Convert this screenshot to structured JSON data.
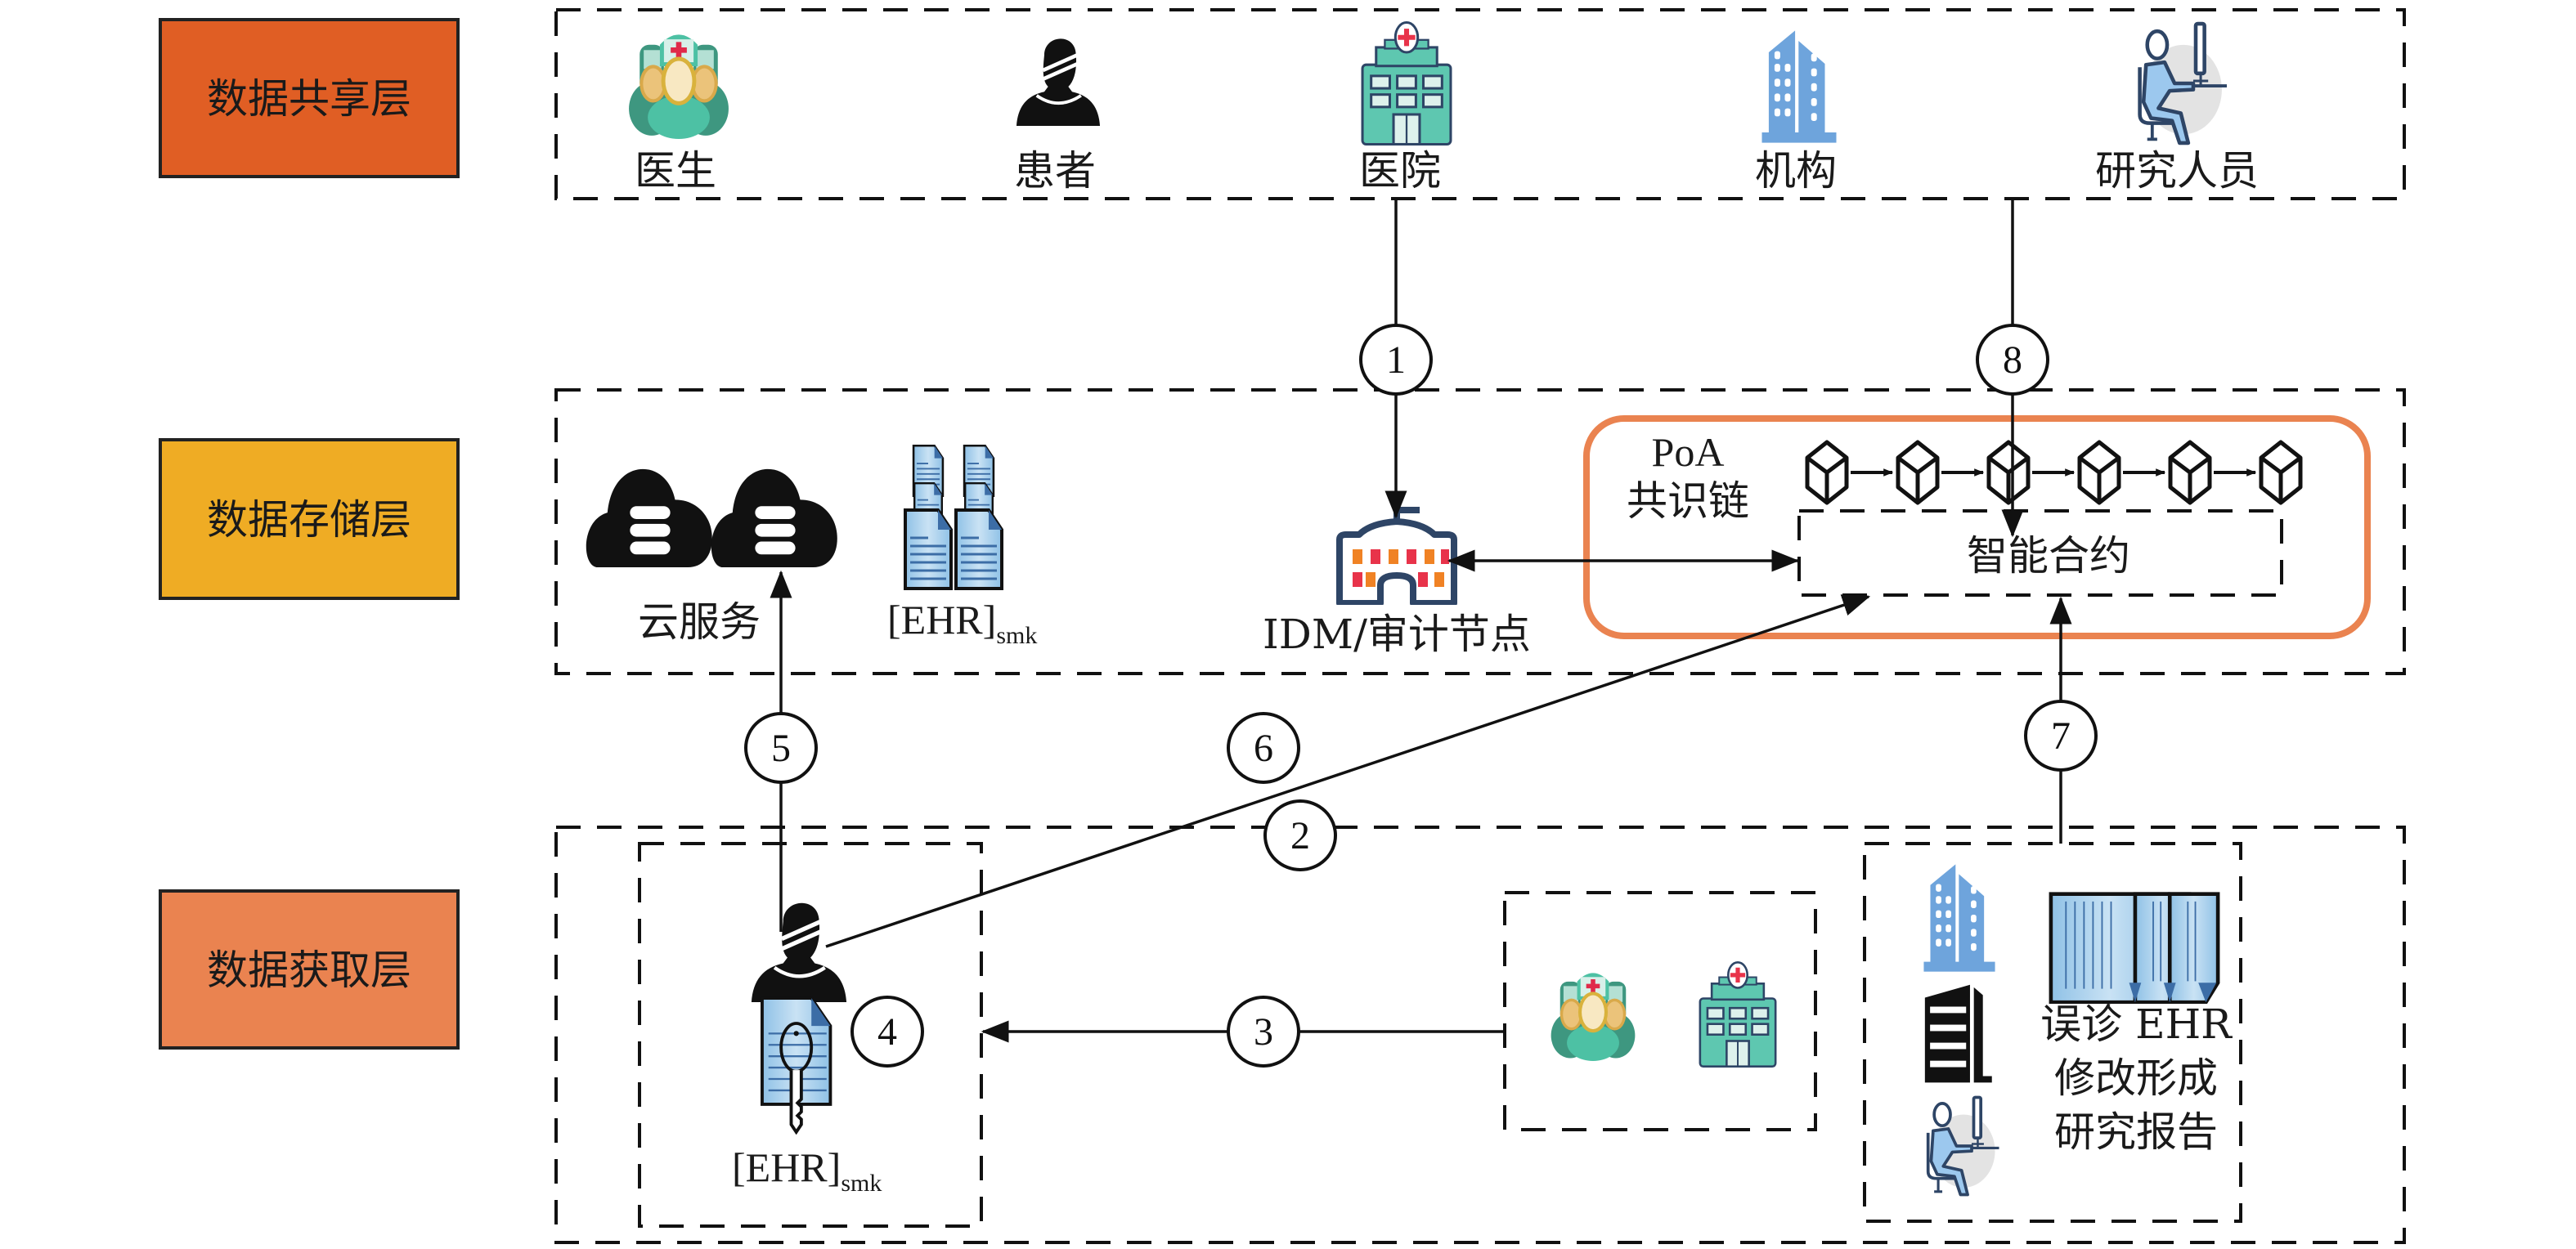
{
  "colors": {
    "share_layer": "#E05E24",
    "storage_layer": "#EFAC24",
    "acquire_layer": "#EA8350",
    "chain_border": "#EA8350",
    "teal": "#4DC1A4",
    "teal_dark": "#3E9780",
    "building_blue": "#6EA4DC",
    "navy": "#2E4566",
    "red": "#E8334A",
    "orange": "#F08224"
  },
  "layers": {
    "share": {
      "label": "数据共享层"
    },
    "storage": {
      "label": "数据存储层"
    },
    "acquire": {
      "label": "数据获取层"
    }
  },
  "share_layer": {
    "actors": [
      {
        "id": "doctor",
        "label": "医生",
        "icon": "doctor-group-icon"
      },
      {
        "id": "patient",
        "label": "患者",
        "icon": "patient-icon"
      },
      {
        "id": "hospital",
        "label": "医院",
        "icon": "hospital-icon"
      },
      {
        "id": "institution",
        "label": "机构",
        "icon": "office-building-icon"
      },
      {
        "id": "researcher",
        "label": "研究人员",
        "icon": "researcher-at-desk-icon"
      }
    ]
  },
  "storage_layer": {
    "cloud": {
      "label": "云服务",
      "icon": "cloud-database-icon"
    },
    "ehr_store": {
      "label_main": "[EHR]",
      "label_sub": "smk",
      "icon": "document-stack-icon"
    },
    "idm": {
      "label": "IDM/审计节点",
      "icon": "government-building-icon"
    },
    "chain": {
      "title_line1": "PoA",
      "title_line2": "共识链",
      "block_count": 6,
      "block_icon": "cube-block-icon",
      "contract_label": "智能合约"
    }
  },
  "acquire_layer": {
    "patient_box": {
      "label_main": "[EHR]",
      "label_sub": "smk",
      "icons": [
        "patient-icon",
        "encrypted-document-key-icon"
      ]
    },
    "provider_box": {
      "icons": [
        "doctor-group-icon",
        "hospital-icon"
      ]
    },
    "research_box": {
      "icons": [
        "office-building-icon",
        "dark-building-icon",
        "researcher-at-desk-icon",
        "document-stack-icon"
      ],
      "text_lines": [
        "误诊 EHR",
        "修改形成",
        "研究报告"
      ]
    }
  },
  "steps": [
    {
      "n": "1",
      "from": "医院",
      "to": "IDM/审计节点"
    },
    {
      "n": "2",
      "from": "患者",
      "to": "智能合约"
    },
    {
      "n": "3",
      "from": "医生/医院",
      "to": "患者"
    },
    {
      "n": "4",
      "from": "患者",
      "to": "[EHR]smk"
    },
    {
      "n": "5",
      "from": "患者",
      "to": "云服务"
    },
    {
      "n": "6",
      "from": "患者",
      "to": "智能合约"
    },
    {
      "n": "7",
      "from": "研究报告",
      "to": "智能合约"
    },
    {
      "n": "8",
      "from": "研究人员",
      "to": "智能合约"
    }
  ],
  "links": [
    {
      "from": "IDM/审计节点",
      "to": "智能合约",
      "direction": "bidirectional"
    }
  ]
}
